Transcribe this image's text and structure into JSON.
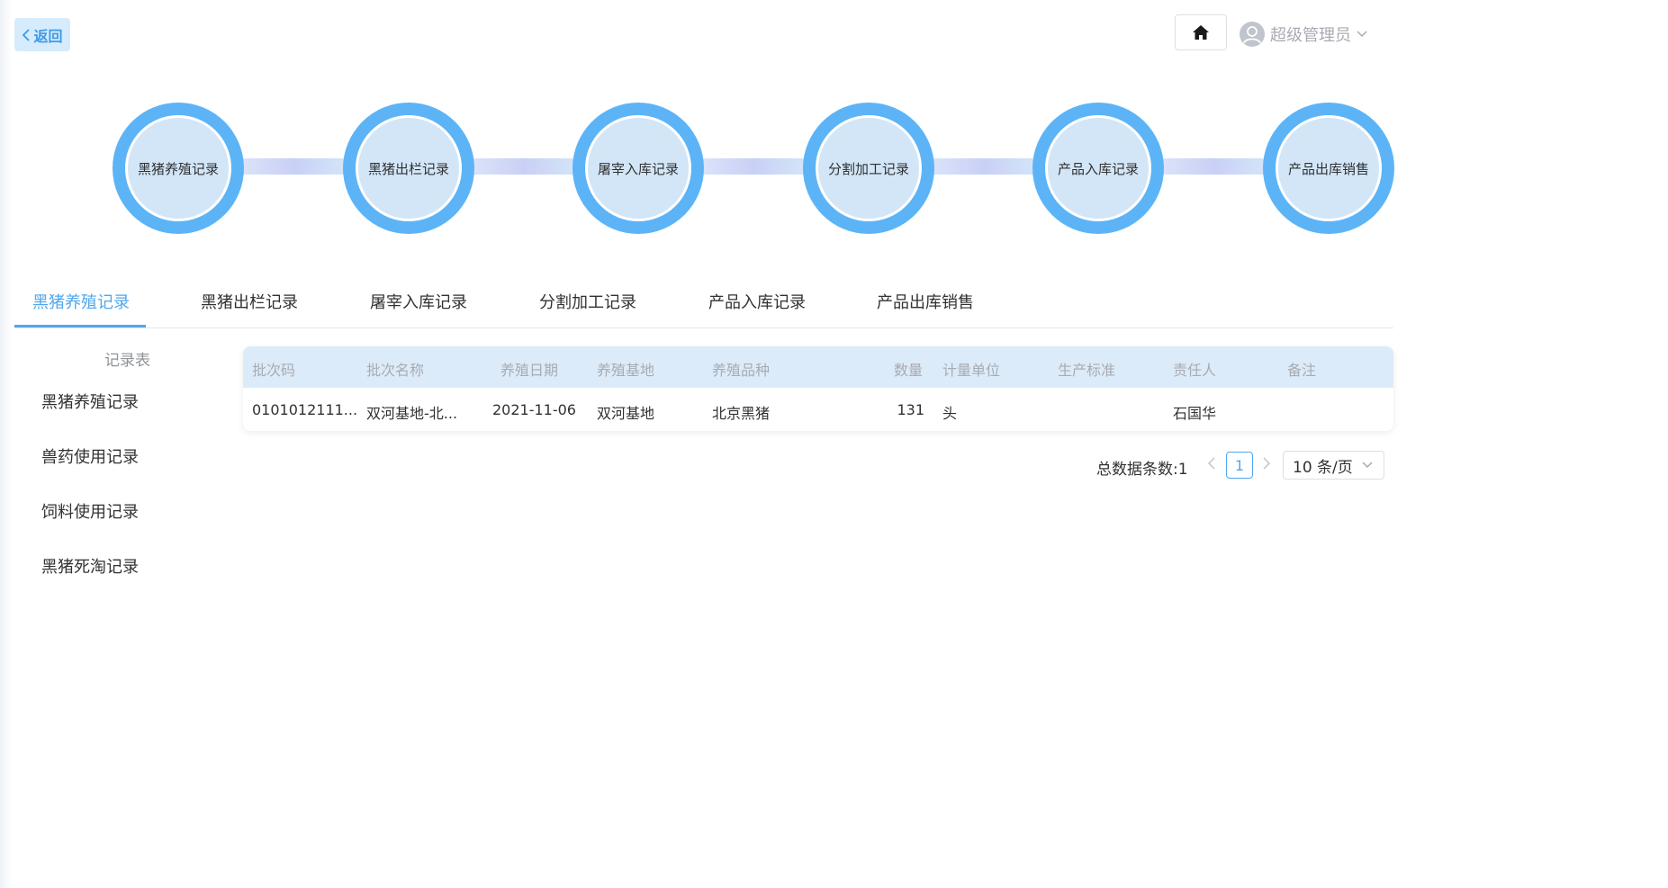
{
  "header": {
    "back_label": "返回",
    "user_name": "超级管理员",
    "icons": [
      "chevron-left-icon",
      "home-icon",
      "user-avatar-icon",
      "chevron-down-icon"
    ]
  },
  "process_steps": [
    {
      "label": "黑猪养殖记录"
    },
    {
      "label": "黑猪出栏记录"
    },
    {
      "label": "屠宰入库记录"
    },
    {
      "label": "分割加工记录"
    },
    {
      "label": "产品入库记录"
    },
    {
      "label": "产品出库销售"
    }
  ],
  "tabs": [
    {
      "label": "黑猪养殖记录",
      "active": true
    },
    {
      "label": "黑猪出栏记录",
      "active": false
    },
    {
      "label": "屠宰入库记录",
      "active": false
    },
    {
      "label": "分割加工记录",
      "active": false
    },
    {
      "label": "产品入库记录",
      "active": false
    },
    {
      "label": "产品出库销售",
      "active": false
    }
  ],
  "side_menu": {
    "title": "记录表",
    "items": [
      {
        "label": "黑猪养殖记录"
      },
      {
        "label": "兽药使用记录"
      },
      {
        "label": "饲料使用记录"
      },
      {
        "label": "黑猪死淘记录"
      }
    ]
  },
  "table": {
    "columns": [
      "批次码",
      "批次名称",
      "养殖日期",
      "养殖基地",
      "养殖品种",
      "数量",
      "计量单位",
      "生产标准",
      "责任人",
      "备注"
    ],
    "rows": [
      [
        "0101012111...",
        "双河基地-北...",
        "2021-11-06",
        "双河基地",
        "北京黑猪",
        "131",
        "头",
        "",
        "石国华",
        ""
      ]
    ]
  },
  "pagination": {
    "total_label": "总数据条数:1",
    "current_page": "1",
    "page_size_label": "10 条/页"
  },
  "colors": {
    "accent": "#4fa7ee",
    "step_ring": "#5cb4f7",
    "step_fill": "#d3e6f7",
    "header_row": "#dcebf9",
    "back_bg": "#d6ebfb"
  }
}
